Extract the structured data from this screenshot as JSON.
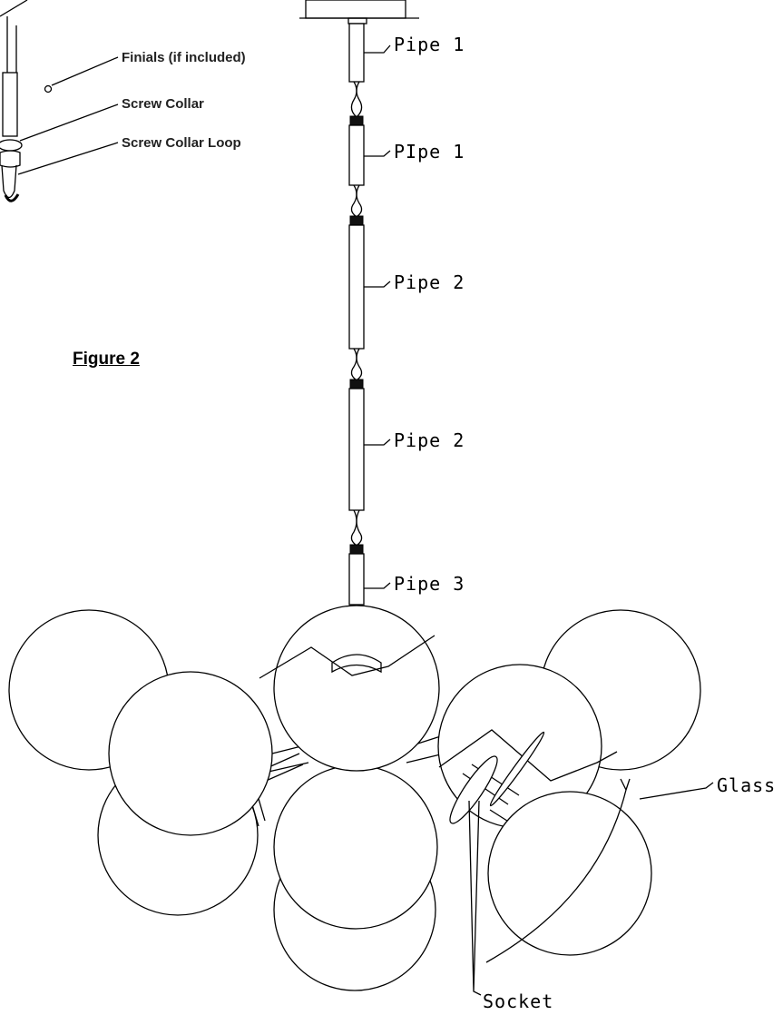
{
  "inset_labels": {
    "finials": "Finials (if included)",
    "screw_collar": "Screw Collar",
    "screw_collar_loop": "Screw Collar Loop"
  },
  "figure_title": "Figure 2",
  "parts": {
    "pipe_a": "Pipe 1",
    "pipe_b": "PIpe 1",
    "pipe_c": "Pipe 2",
    "pipe_d": "Pipe 2",
    "pipe_e": "Pipe 3",
    "glass": "Glass",
    "socket": "Socket"
  }
}
